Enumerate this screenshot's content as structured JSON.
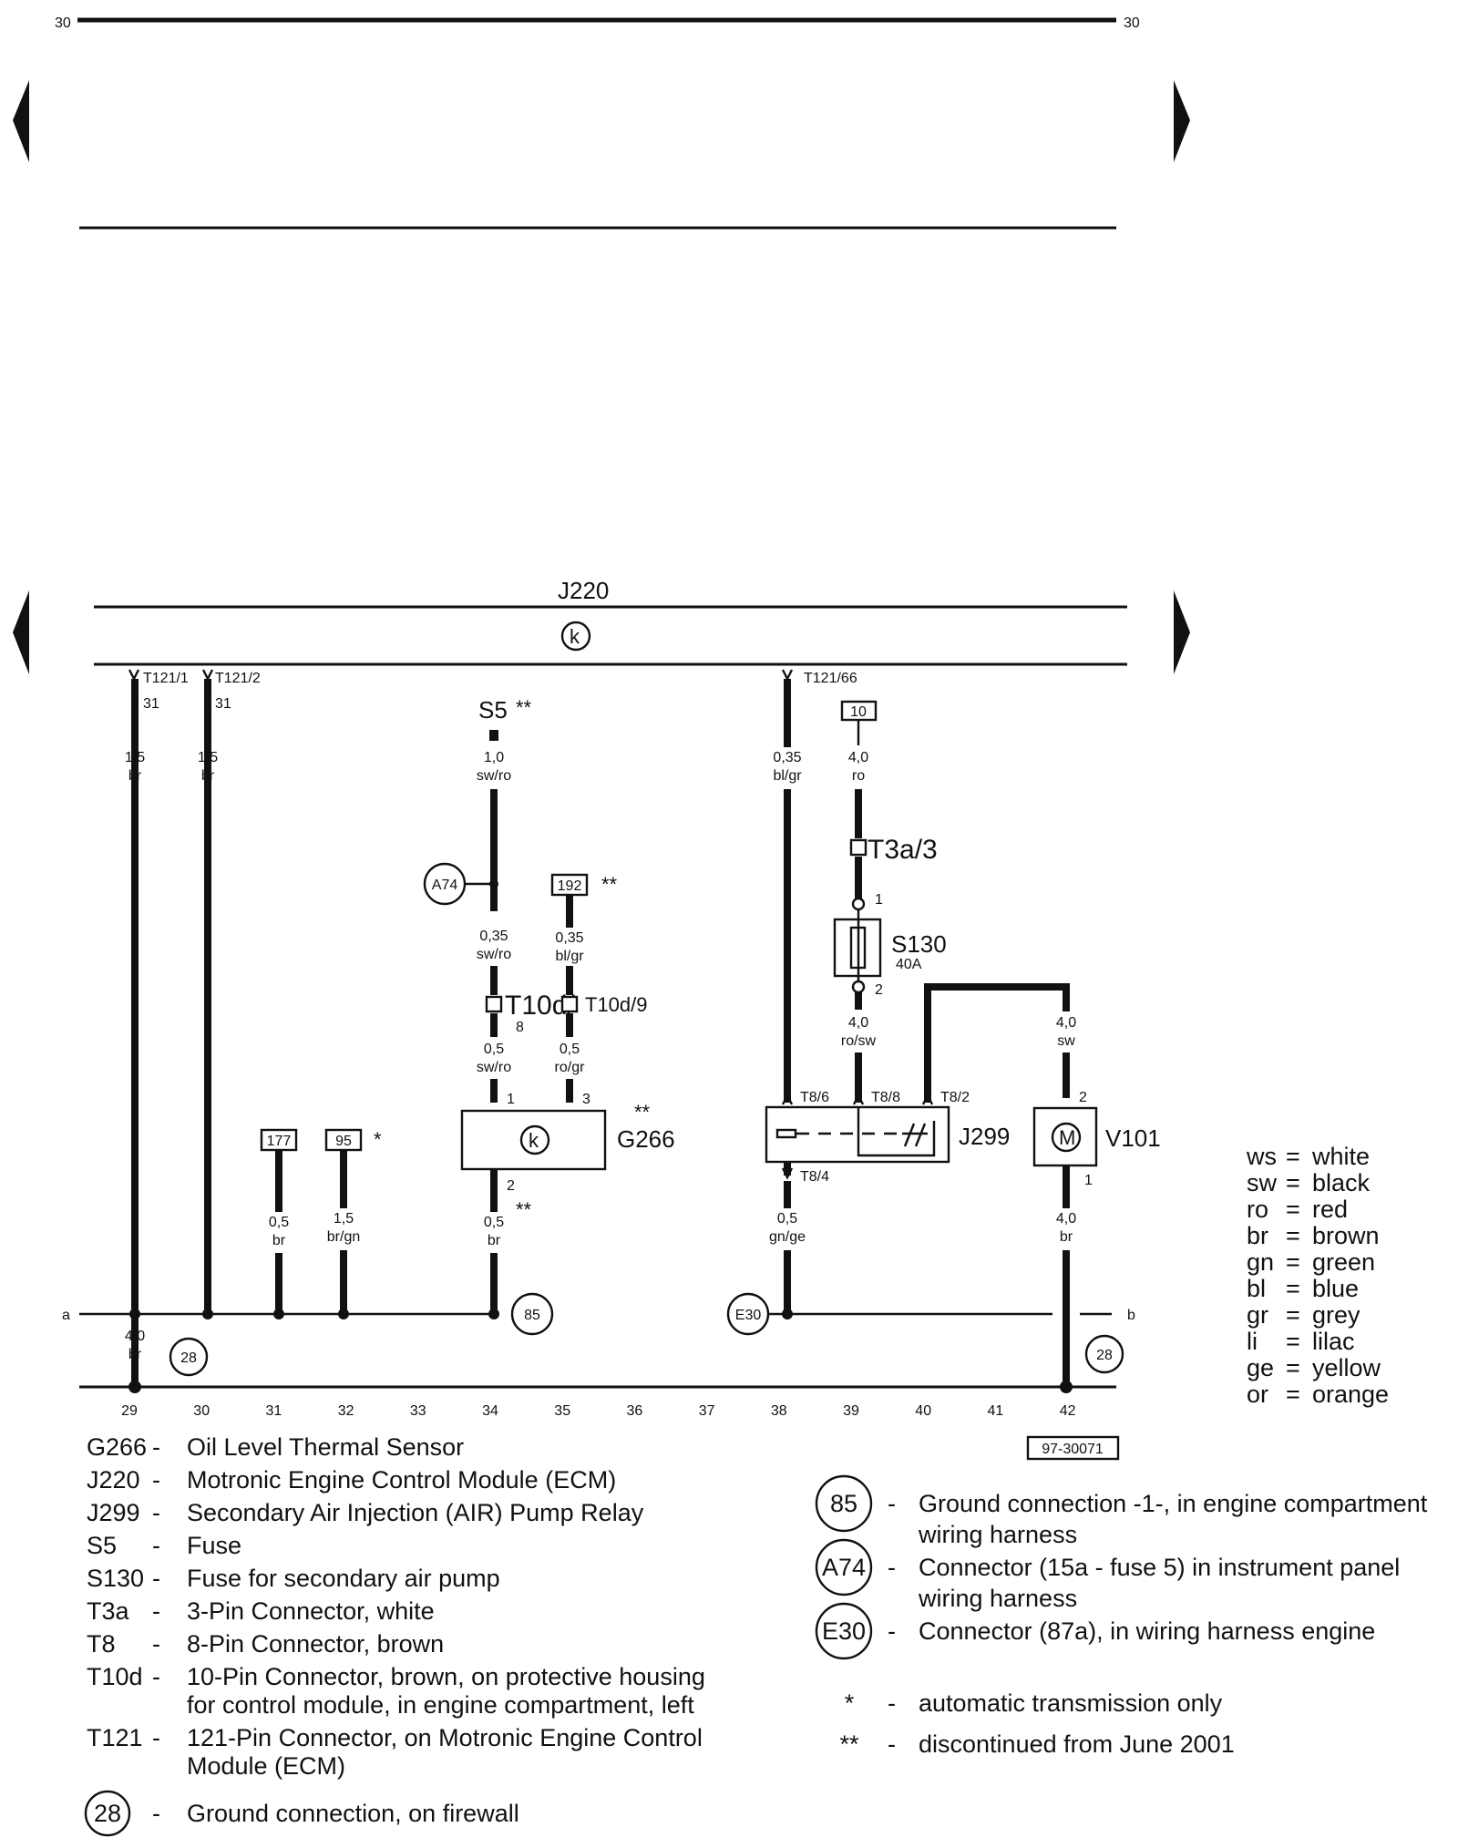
{
  "page": {
    "corner_left": "30",
    "corner_right": "30",
    "figure_id": "97-30071"
  },
  "ecm": {
    "name": "J220",
    "symbol": "k",
    "pins": [
      "T121/1",
      "T121/2",
      "T121/66"
    ],
    "pin_wire_nums": [
      "31",
      "31"
    ]
  },
  "components": {
    "fuse_s5": "S5",
    "fuse_s5_mark": "**",
    "fuse_s130": "S130",
    "fuse_s130_rating": "40A",
    "g266": "G266",
    "g266_mark": "**",
    "j299": "J299",
    "v101": "V101",
    "motor_symbol": "M",
    "t3a": "T3a/3",
    "t10d_8": "T10d/",
    "t10d_8b": "8",
    "t10d_9": "T10d/9",
    "t8_6": "T8/6",
    "t8_8": "T8/8",
    "t8_2": "T8/2",
    "t8_4": "T8/4"
  },
  "boxes": {
    "b10": "10",
    "b192": "192",
    "b192_mark": "**",
    "b177": "177",
    "b95": "95",
    "b95_mark": "*"
  },
  "circles": {
    "a74": "A74",
    "c85": "85",
    "e30": "E30",
    "c28": "28"
  },
  "wires": {
    "w29": [
      "1,5",
      "br"
    ],
    "w30": [
      "1,5",
      "br"
    ],
    "ws5": [
      "1,0",
      "sw/ro"
    ],
    "wa74": [
      "0,35",
      "sw/ro"
    ],
    "w192": [
      "0,35",
      "bl/gr"
    ],
    "wt10d8": [
      "0,5",
      "sw/ro"
    ],
    "wt10d9": [
      "0,5",
      "ro/gr"
    ],
    "wg266": [
      "0,5",
      "br"
    ],
    "wg266_mark": "**",
    "w31": [
      "0,5",
      "br"
    ],
    "w32": [
      "1,5",
      "br/gn"
    ],
    "w38": [
      "0,35",
      "bl/gr"
    ],
    "w10": [
      "4,0",
      "ro"
    ],
    "ws130": [
      "4,0",
      "ro/sw"
    ],
    "w42top": [
      "4,0",
      "sw"
    ],
    "wj299out": [
      "0,5",
      "gn/ge"
    ],
    "w42bot": [
      "4,0",
      "br"
    ],
    "wground": [
      "4,0",
      "br"
    ]
  },
  "pin_numbers": {
    "g266_1": "1",
    "g266_3": "3",
    "g266_2": "2",
    "s130_1": "1",
    "s130_2": "2",
    "v101_2": "2",
    "v101_1": "1"
  },
  "bus_labels": {
    "left": "a",
    "right": "b"
  },
  "track_numbers": [
    "29",
    "30",
    "31",
    "32",
    "33",
    "34",
    "35",
    "36",
    "37",
    "38",
    "39",
    "40",
    "41",
    "42"
  ],
  "color_legend": [
    {
      "code": "ws",
      "name": "white"
    },
    {
      "code": "sw",
      "name": "black"
    },
    {
      "code": "ro",
      "name": "red"
    },
    {
      "code": "br",
      "name": "brown"
    },
    {
      "code": "gn",
      "name": "green"
    },
    {
      "code": "bl",
      "name": "blue"
    },
    {
      "code": "gr",
      "name": "grey"
    },
    {
      "code": "li",
      "name": "lilac"
    },
    {
      "code": "ge",
      "name": "yellow"
    },
    {
      "code": "or",
      "name": "orange"
    }
  ],
  "component_legend": [
    {
      "code": "G266",
      "desc": [
        "Oil Level Thermal Sensor"
      ]
    },
    {
      "code": "J220",
      "desc": [
        "Motronic Engine Control Module (ECM)"
      ]
    },
    {
      "code": "J299",
      "desc": [
        "Secondary Air Injection (AIR) Pump Relay"
      ]
    },
    {
      "code": "S5",
      "desc": [
        "Fuse"
      ]
    },
    {
      "code": "S130",
      "desc": [
        "Fuse for secondary air pump"
      ]
    },
    {
      "code": "T3a",
      "desc": [
        "3-Pin Connector, white"
      ]
    },
    {
      "code": "T8",
      "desc": [
        "8-Pin Connector, brown"
      ]
    },
    {
      "code": "T10d",
      "desc": [
        "10-Pin Connector, brown, on protective housing",
        "for control module, in engine compartment, left"
      ]
    },
    {
      "code": "T121",
      "desc": [
        "121-Pin Connector, on Motronic Engine Control",
        "Module (ECM)"
      ]
    }
  ],
  "ground_legend": {
    "code": "28",
    "desc": "Ground connection, on firewall"
  },
  "connector_legend": [
    {
      "code": "85",
      "desc": [
        "Ground connection -1-, in engine compartment",
        "wiring harness"
      ]
    },
    {
      "code": "A74",
      "desc": [
        "Connector (15a - fuse 5) in instrument panel",
        "wiring harness"
      ]
    },
    {
      "code": "E30",
      "desc": [
        "Connector (87a), in wiring harness engine"
      ]
    }
  ],
  "notes": [
    {
      "mark": "*",
      "desc": "automatic transmission only"
    },
    {
      "mark": "**",
      "desc": "discontinued from June 2001"
    }
  ],
  "dash": "-",
  "eq": "="
}
